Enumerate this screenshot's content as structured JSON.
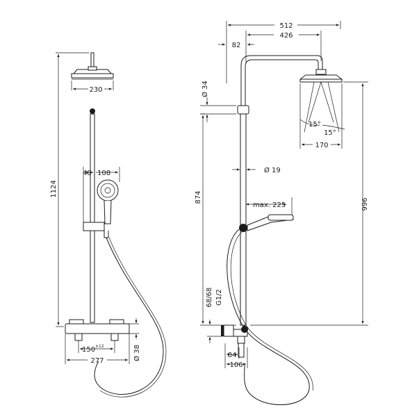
{
  "front_view": {
    "dim_total_height": "1124",
    "dim_head_width": "230",
    "dim_handshower_offset": "48",
    "dim_handshower_width": "108",
    "dim_inlet_spacing": "150",
    "dim_inlet_tolerance": "±12",
    "dim_mixer_width": "277",
    "dim_bar_diameter": "Ø 38"
  },
  "side_view": {
    "dim_arm_reach": "512",
    "dim_arm_length": "426",
    "dim_wall_offset": "82",
    "dim_pipe_diameter": "Ø 34",
    "dim_angle_left": "15°",
    "dim_angle_right": "15°",
    "dim_head_width": "170",
    "dim_tube_diameter": "Ø 19",
    "dim_column_height": "874",
    "dim_slider_reach": "max. 225",
    "dim_head_height": "996",
    "dim_connection_range": "68/68",
    "dim_thread": "G1/2",
    "dim_mixer_depth_1": "84",
    "dim_mixer_depth_2": "106"
  }
}
